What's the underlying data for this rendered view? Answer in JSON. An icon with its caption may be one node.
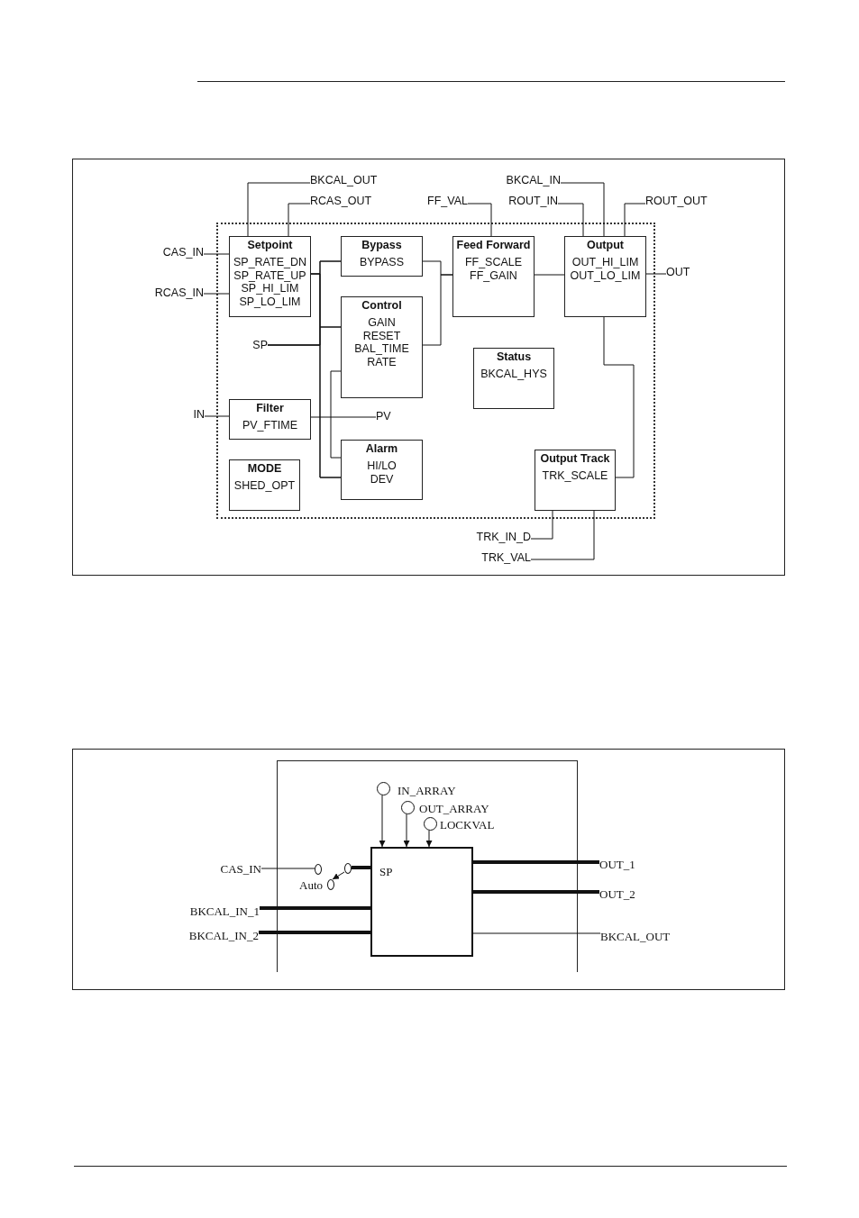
{
  "diagram": {
    "nodes": [
      {
        "text": [],
        "shape": "box"
      },
      {
        "text": [
          "Setpoint",
          "SP_RATE_DN SP_RATE_UP SP_HI_LIM SP_LO_LIM"
        ],
        "in": 0
      },
      {
        "text": [
          "Bypass",
          "BYPASS"
        ],
        "in": 0
      },
      {
        "text": [
          "Control",
          "GAIN RESET BAL_TIME RATE"
        ],
        "in": 0
      },
      {
        "text": [
          "Feed Forward",
          "FF_SCALE FF_GAIN"
        ],
        "in": 0
      },
      {
        "text": [
          "Output",
          "OUT_HI_LIM OUT_LO_LIM"
        ],
        "in": 0
      },
      {
        "text": [
          "Status",
          "BKCAL_HYS"
        ],
        "in": 0
      },
      {
        "text": [
          "Filter",
          "PV_FTIME"
        ],
        "in": 0
      },
      {
        "text": [
          "MODE",
          "SHED_OPT"
        ],
        "in": 0
      },
      {
        "text": [
          "Alarm",
          "HI/LO DEV"
        ],
        "in": 0
      },
      {
        "text": [
          "Output Track",
          "TRK_SCALE"
        ],
        "in": 0
      },
      {
        "text": [
          "BKCAL_OUT"
        ]
      },
      {
        "text": [
          "RCAS_OUT"
        ]
      },
      {
        "text": [
          "FF_VAL"
        ]
      },
      {
        "text": [
          "BKCAL_IN"
        ]
      },
      {
        "text": [
          "ROUT_IN"
        ]
      },
      {
        "text": [
          "ROUT_OUT"
        ]
      },
      {
        "text": [
          "CAS_IN"
        ]
      },
      {
        "text": [
          "RCAS_IN"
        ]
      },
      {
        "text": [
          "OUT"
        ]
      },
      {
        "text": [
          "SP"
        ],
        "in": 0
      },
      {
        "text": [
          "IN"
        ]
      },
      {
        "text": [
          "PV"
        ],
        "in": 0
      },
      {
        "text": [
          "TRK_IN_D"
        ]
      },
      {
        "text": [
          "TRK_VAL"
        ]
      },
      {
        "text": [],
        "shape": "box"
      },
      {
        "text": [],
        "shape": "circle",
        "beside": [
          "IN_ARRAY"
        ],
        "in": 25
      },
      {
        "text": [],
        "shape": "circle",
        "beside": [
          "OUT_ARRAY"
        ],
        "in": 25
      },
      {
        "text": [],
        "shape": "circle",
        "beside": [
          "LOCKVAL"
        ],
        "in": 25
      },
      {
        "text": [
          "CAS_IN"
        ]
      },
      {
        "text": [],
        "shape": "circle",
        "in": 25
      },
      {
        "text": [],
        "shape": "circle",
        "in": 25
      },
      {
        "text": [],
        "shape": "circle",
        "beside": [
          "Auto"
        ],
        "in": 25
      },
      {
        "text": [
          "SP"
        ],
        "in": 25
      },
      {
        "text": [
          "BKCAL_IN_1"
        ]
      },
      {
        "text": [
          "BKCAL_IN_2"
        ]
      },
      {
        "text": [
          "OUT_1"
        ]
      },
      {
        "text": [
          "OUT_2"
        ]
      },
      {
        "text": [
          "BKCAL_OUT"
        ]
      }
    ],
    "edges": [
      {
        "from": 1,
        "to": 11,
        "arrow": "none"
      },
      {
        "from": 1,
        "to": 12,
        "arrow": "none"
      },
      {
        "from": 17,
        "to": 1,
        "arrow": "none"
      },
      {
        "from": 18,
        "to": 1,
        "arrow": "none"
      },
      {
        "from": 1,
        "to": 2,
        "arrow": "none"
      },
      {
        "from": 1,
        "to": 3,
        "arrow": "none"
      },
      {
        "from": 1,
        "to": 9,
        "arrow": "none"
      },
      {
        "from": 20,
        "to": 2,
        "arrow": "none"
      },
      {
        "from": 20,
        "to": 3,
        "arrow": "none"
      },
      {
        "from": 20,
        "to": 9,
        "arrow": "none"
      },
      {
        "from": 3,
        "to": 9,
        "arrow": "none"
      },
      {
        "from": 2,
        "to": 4,
        "arrow": "none"
      },
      {
        "from": 3,
        "to": 4,
        "arrow": "none"
      },
      {
        "from": 13,
        "to": 4,
        "arrow": "none"
      },
      {
        "from": 4,
        "to": 5,
        "arrow": "none"
      },
      {
        "from": 14,
        "to": 5,
        "arrow": "none"
      },
      {
        "from": 15,
        "to": 5,
        "arrow": "none"
      },
      {
        "from": 5,
        "to": 16,
        "arrow": "none"
      },
      {
        "from": 5,
        "to": 19,
        "arrow": "none"
      },
      {
        "from": 21,
        "to": 7,
        "arrow": "none"
      },
      {
        "from": 7,
        "to": 22,
        "arrow": "none"
      },
      {
        "from": 5,
        "to": 10,
        "arrow": "none"
      },
      {
        "from": 10,
        "to": 23,
        "arrow": "none"
      },
      {
        "from": 10,
        "to": 24,
        "arrow": "none"
      },
      {
        "from": 26,
        "to": 33,
        "arrow": "to"
      },
      {
        "from": 27,
        "to": 33,
        "arrow": "to"
      },
      {
        "from": 28,
        "to": 33,
        "arrow": "to"
      },
      {
        "from": 29,
        "to": 30,
        "arrow": "none"
      },
      {
        "from": 31,
        "to": 33,
        "arrow": "none",
        "style": "thick"
      },
      {
        "from": 31,
        "to": 32,
        "arrow": "to"
      },
      {
        "from": 34,
        "to": 33,
        "arrow": "none",
        "style": "thick"
      },
      {
        "from": 35,
        "to": 33,
        "arrow": "none",
        "style": "thick"
      },
      {
        "from": 33,
        "to": 36,
        "arrow": "none",
        "style": "thick"
      },
      {
        "from": 33,
        "to": 37,
        "arrow": "none",
        "style": "thick"
      },
      {
        "from": 33,
        "to": 38,
        "arrow": "none"
      }
    ]
  }
}
